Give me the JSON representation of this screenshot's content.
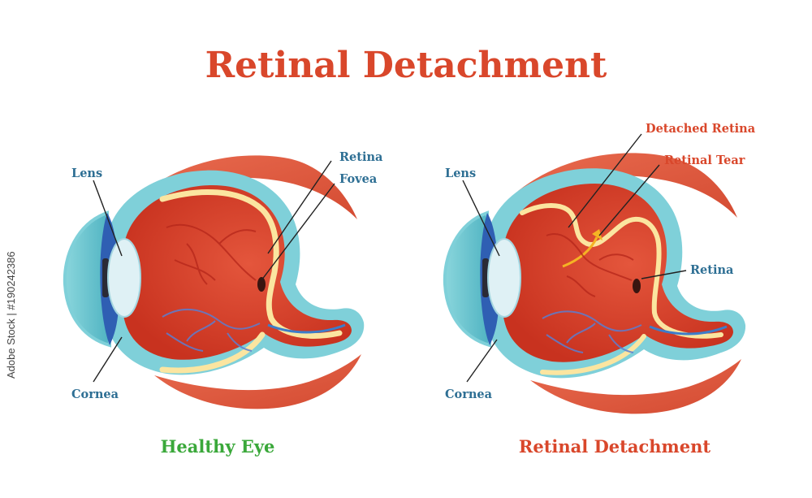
{
  "title": "Retinal Detachment",
  "colors": {
    "title": "#d9472b",
    "label_blue": "#2e6f94",
    "label_red": "#d9472b",
    "caption_green": "#3aa83a",
    "caption_red": "#d9472b",
    "muscle": "#e2593f",
    "eye_interior": "#d9402a",
    "sclera_outline": "#7fd0d9",
    "retina_yellow": "#fbe5a0",
    "cornea": "#3d7cc9",
    "lens": "#dff1f5"
  },
  "healthy_eye": {
    "labels": {
      "lens": "Lens",
      "cornea": "Cornea",
      "retina": "Retina",
      "fovea": "Fovea"
    },
    "caption": "Healthy Eye"
  },
  "detached_eye": {
    "labels": {
      "lens": "Lens",
      "cornea": "Cornea",
      "detached_retina": "Detached Retina",
      "retinal_tear": "Retinal Tear",
      "retina": "Retina"
    },
    "caption": "Retinal Detachment"
  },
  "stock_id": "Adobe Stock | #190242386"
}
